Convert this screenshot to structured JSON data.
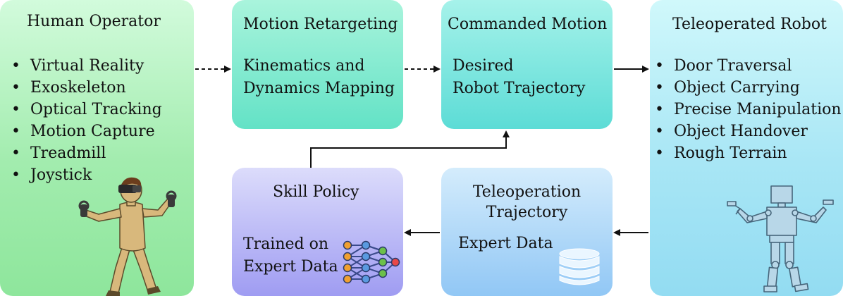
{
  "human": {
    "title": "Human Operator",
    "items": [
      "Virtual Reality",
      "Exoskeleton",
      "Optical Tracking",
      "Motion Capture",
      "Treadmill",
      "Joystick"
    ]
  },
  "retargeting": {
    "title": "Motion Retargeting",
    "line1": "Kinematics and",
    "line2": "Dynamics Mapping"
  },
  "commanded": {
    "title": "Commanded Motion",
    "line1": "Desired",
    "line2": "Robot Trajectory"
  },
  "robot": {
    "title": "Teleoperated Robot",
    "items": [
      "Door Traversal",
      "Object Carrying",
      "Precise Manipulation",
      "Object Handover",
      "Rough Terrain"
    ]
  },
  "skill": {
    "title": "Skill Policy",
    "line1": "Trained on",
    "line2": "Expert Data"
  },
  "teleop": {
    "title1": "Teleoperation",
    "title2": "Trajectory",
    "body": "Expert Data"
  },
  "icons": {
    "human": "human-vr-operator-icon",
    "robot": "humanoid-robot-icon",
    "network": "neural-network-icon",
    "database": "database-icon"
  }
}
